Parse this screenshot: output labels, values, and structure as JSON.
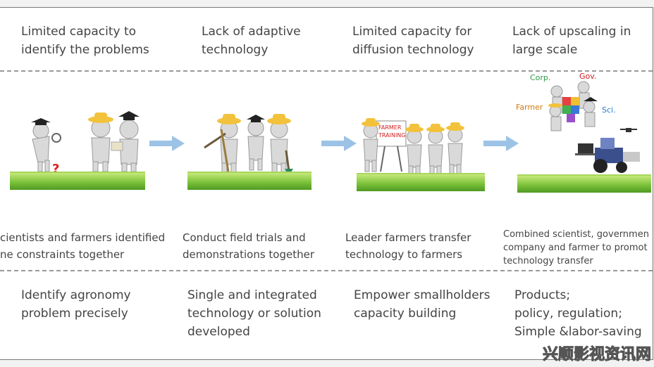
{
  "problems": [
    "Limited capacity to\nidentify the problems",
    "Lack of adaptive\ntechnology",
    "Limited capacity for\ndiffusion technology",
    "Lack of upscaling in\nlarge scale"
  ],
  "actions": [
    "cientists and farmers identified\nne constraints together",
    "Conduct field trials and\ndemonstrations together",
    "Leader farmers transfer\ntechnology to farmers",
    "Combined scientist, governmen\ncompany and farmer to promot\ntechnology transfer"
  ],
  "outcomes": [
    "Identify agronomy\nproblem precisely",
    "Single and integrated\ntechnology or solution\ndeveloped",
    "Empower smallholders\ncapacity building",
    "Products;\npolicy, regulation;\nSimple &labor-saving"
  ],
  "panel_labels": {
    "question_mark": "?",
    "training_board": "FARMER\nTRAINING",
    "corp": "Corp.",
    "gov": "Gov.",
    "farmer": "Farmer",
    "sci": "Sci."
  },
  "watermark": "兴顺影视资讯网",
  "colors": {
    "arrow": "#9cc3e6",
    "grass": "#7cc23a",
    "hat": "#f3c23c",
    "cap": "#222222"
  }
}
